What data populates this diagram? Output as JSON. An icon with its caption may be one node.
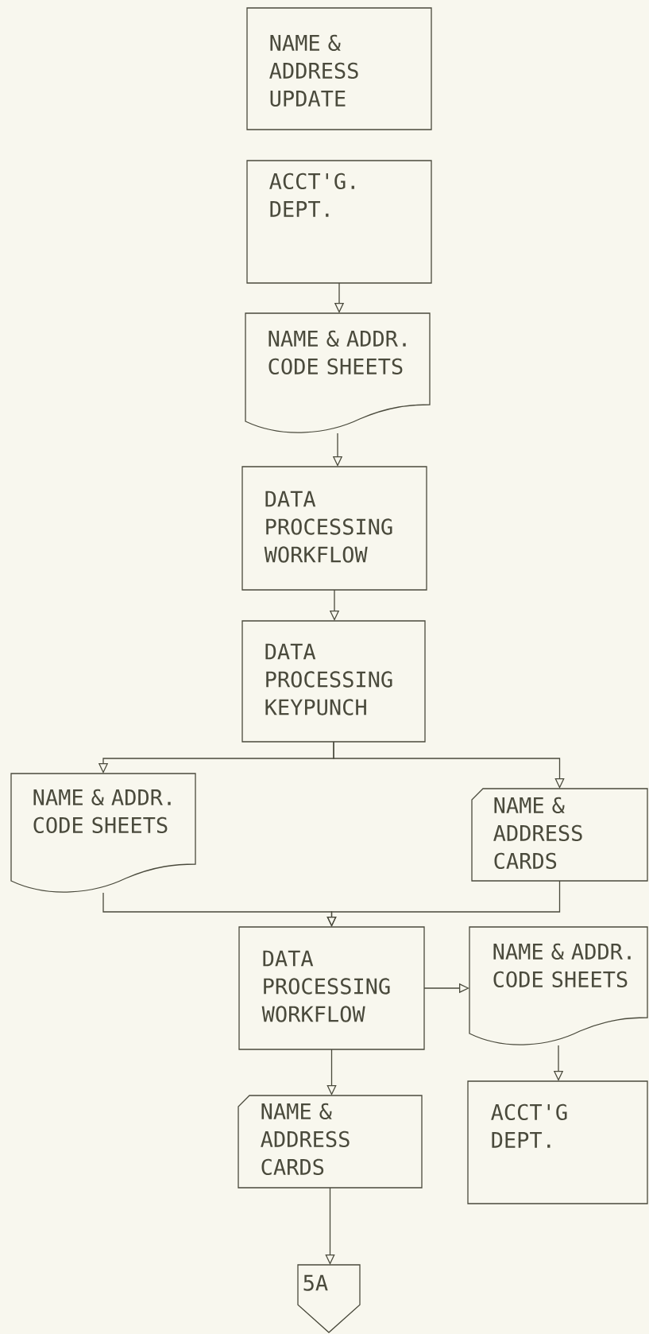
{
  "diagram": {
    "nodes": [
      {
        "text": [
          "NAME & ADDRESS UPDATE"
        ]
      },
      {
        "text": [
          "ACCT'G. DEPT."
        ]
      },
      {
        "text": [
          "NAME & ADDR. CODE SHEETS"
        ]
      },
      {
        "text": [
          "DATA PROCESSING WORKFLOW"
        ]
      },
      {
        "text": [
          "DATA PROCESSING KEYPUNCH"
        ]
      },
      {
        "text": [
          "NAME & ADDR. CODE SHEETS"
        ]
      },
      {
        "text": [
          "NAME & ADDRESS CARDS"
        ]
      },
      {
        "text": [
          "DATA PROCESSING WORKFLOW"
        ]
      },
      {
        "text": [
          "NAME & ADDR. CODE SHEETS"
        ]
      },
      {
        "text": [
          "ACCT'G DEPT."
        ]
      },
      {
        "text": [
          "NAME & ADDRESS CARDS"
        ]
      },
      {
        "text": [
          "5A"
        ]
      }
    ],
    "edges": [
      {
        "from": 1,
        "to": 2,
        "arrow": "to"
      },
      {
        "from": 2,
        "to": 3,
        "arrow": "to"
      },
      {
        "from": 3,
        "to": 4,
        "arrow": "to"
      },
      {
        "from": 4,
        "to": 5,
        "arrow": "to"
      },
      {
        "from": 4,
        "to": 6,
        "arrow": "to"
      },
      {
        "from": 5,
        "to": 7,
        "arrow": "to"
      },
      {
        "from": 6,
        "to": 7,
        "arrow": "to"
      },
      {
        "from": 7,
        "to": 8,
        "arrow": "to"
      },
      {
        "from": 8,
        "to": 9,
        "arrow": "to"
      },
      {
        "from": 7,
        "to": 10,
        "arrow": "to"
      },
      {
        "from": 10,
        "to": 11,
        "arrow": "to"
      }
    ]
  }
}
